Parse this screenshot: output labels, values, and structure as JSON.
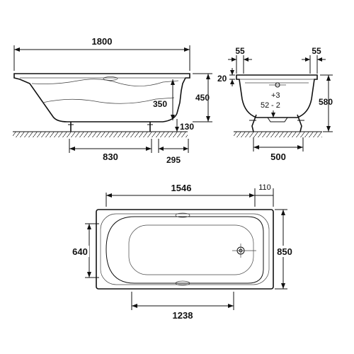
{
  "dimensions": {
    "side_length": "1800",
    "side_height": "450",
    "side_inner_depth": "350",
    "side_floor_clearance": "130",
    "side_leg_span": "830",
    "side_leg_offset": "295",
    "front_rim_left": "55",
    "front_rim_right": "55",
    "front_rim_height": "20",
    "front_height": "580",
    "front_adjust_plus": "+3",
    "front_adjust_base": "52",
    "front_adjust_minus": "- 2",
    "front_leg_span": "500",
    "top_inner_length": "1546",
    "top_end_offset": "110",
    "top_inner_width": "640",
    "top_width": "850",
    "top_bottom_length": "1238"
  },
  "colors": {
    "line": "#111111",
    "background": "#ffffff"
  }
}
